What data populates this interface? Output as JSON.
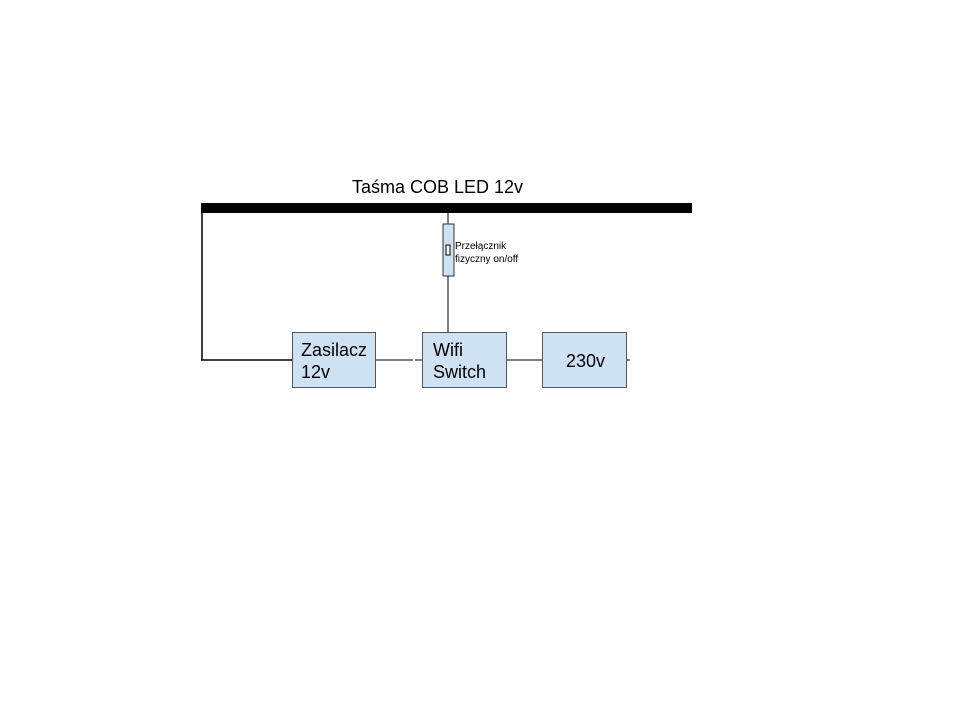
{
  "strip": {
    "label": "Taśma COB LED 12v"
  },
  "physical_switch": {
    "label_line1": "Przełącznik",
    "label_line2": "fizyczny on/off"
  },
  "nodes": {
    "power_supply": {
      "line1": "Zasilacz",
      "line2": "12v"
    },
    "wifi_switch": {
      "line1": "Wifi",
      "line2": "Switch"
    },
    "mains": {
      "line1": "230v"
    }
  },
  "colors": {
    "box_fill": "#cfe2f3",
    "box_border": "#555555",
    "wire": "#000000",
    "strip": "#000000"
  }
}
